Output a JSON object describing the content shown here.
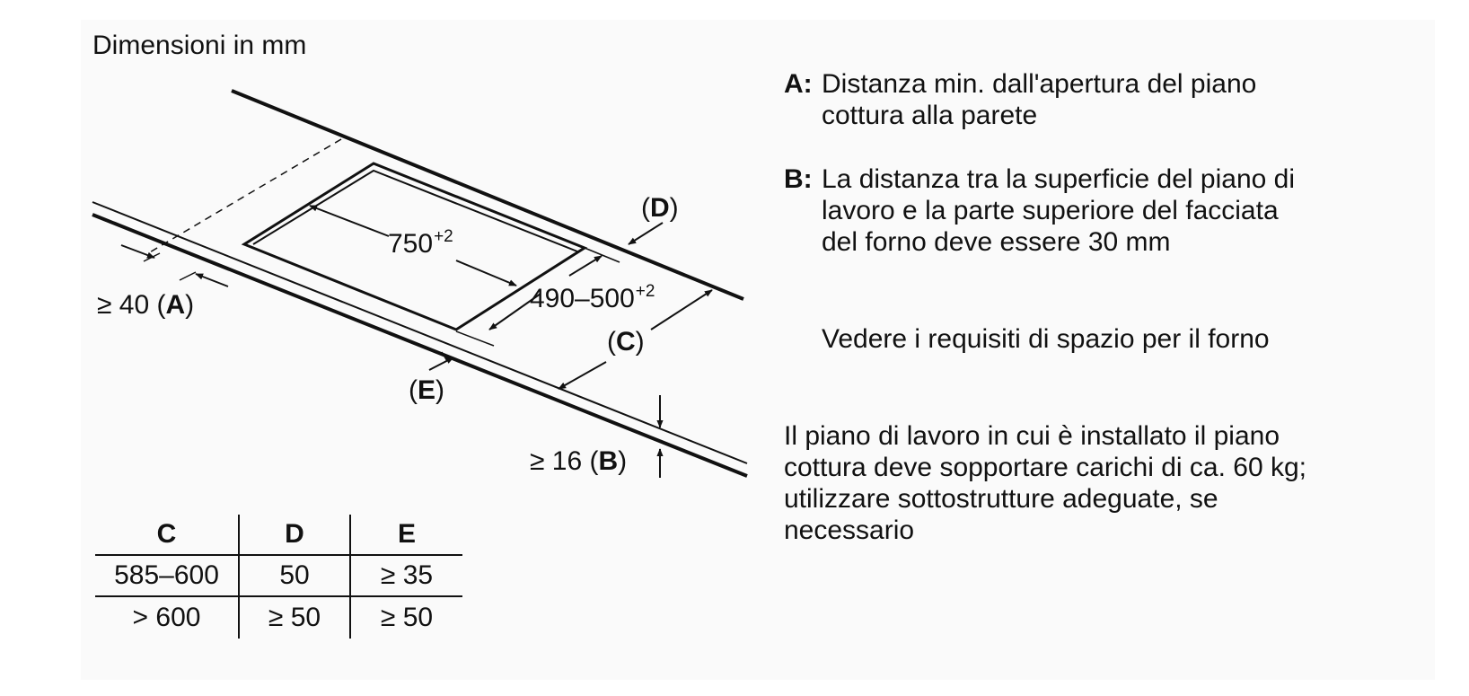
{
  "header": {
    "units_label": "Dimensioni in mm"
  },
  "diagram": {
    "dim_750": "750",
    "dim_750_tol": "+2",
    "dim_490": "490–500",
    "dim_490_tol": "+2",
    "label_d_prefix": "(",
    "label_d_letter": "D",
    "label_d_suffix": ")",
    "label_a_prefix": "≥ 40 (",
    "label_a_letter": "A",
    "label_a_suffix": ")",
    "label_c_prefix": "(",
    "label_c_letter": "C",
    "label_c_suffix": ")",
    "label_e_prefix": "(",
    "label_e_letter": "E",
    "label_e_suffix": ")",
    "label_b_prefix": "≥ 16 (",
    "label_b_letter": "B",
    "label_b_suffix": ")"
  },
  "table": {
    "headers": [
      "C",
      "D",
      "E"
    ],
    "rows": [
      [
        "585–600",
        "50",
        "≥ 35"
      ],
      [
        "> 600",
        "≥ 50",
        "≥ 50"
      ]
    ]
  },
  "legend": {
    "a_key": "A:",
    "a_text": "Distanza min. dall'apertura del piano\ncottura alla parete",
    "b_key": "B:",
    "b_text": "La distanza tra la superficie del piano di\nlavoro e la parte superiore del facciata\ndel forno deve essere 30 mm",
    "oven_note": "Vedere i requisiti di spazio per il forno",
    "load_note": "Il piano di lavoro in cui è installato il piano\ncottura deve sopportare carichi di ca. 60 kg;\nutilizzare sottostrutture adeguate, se\nnecessario"
  }
}
